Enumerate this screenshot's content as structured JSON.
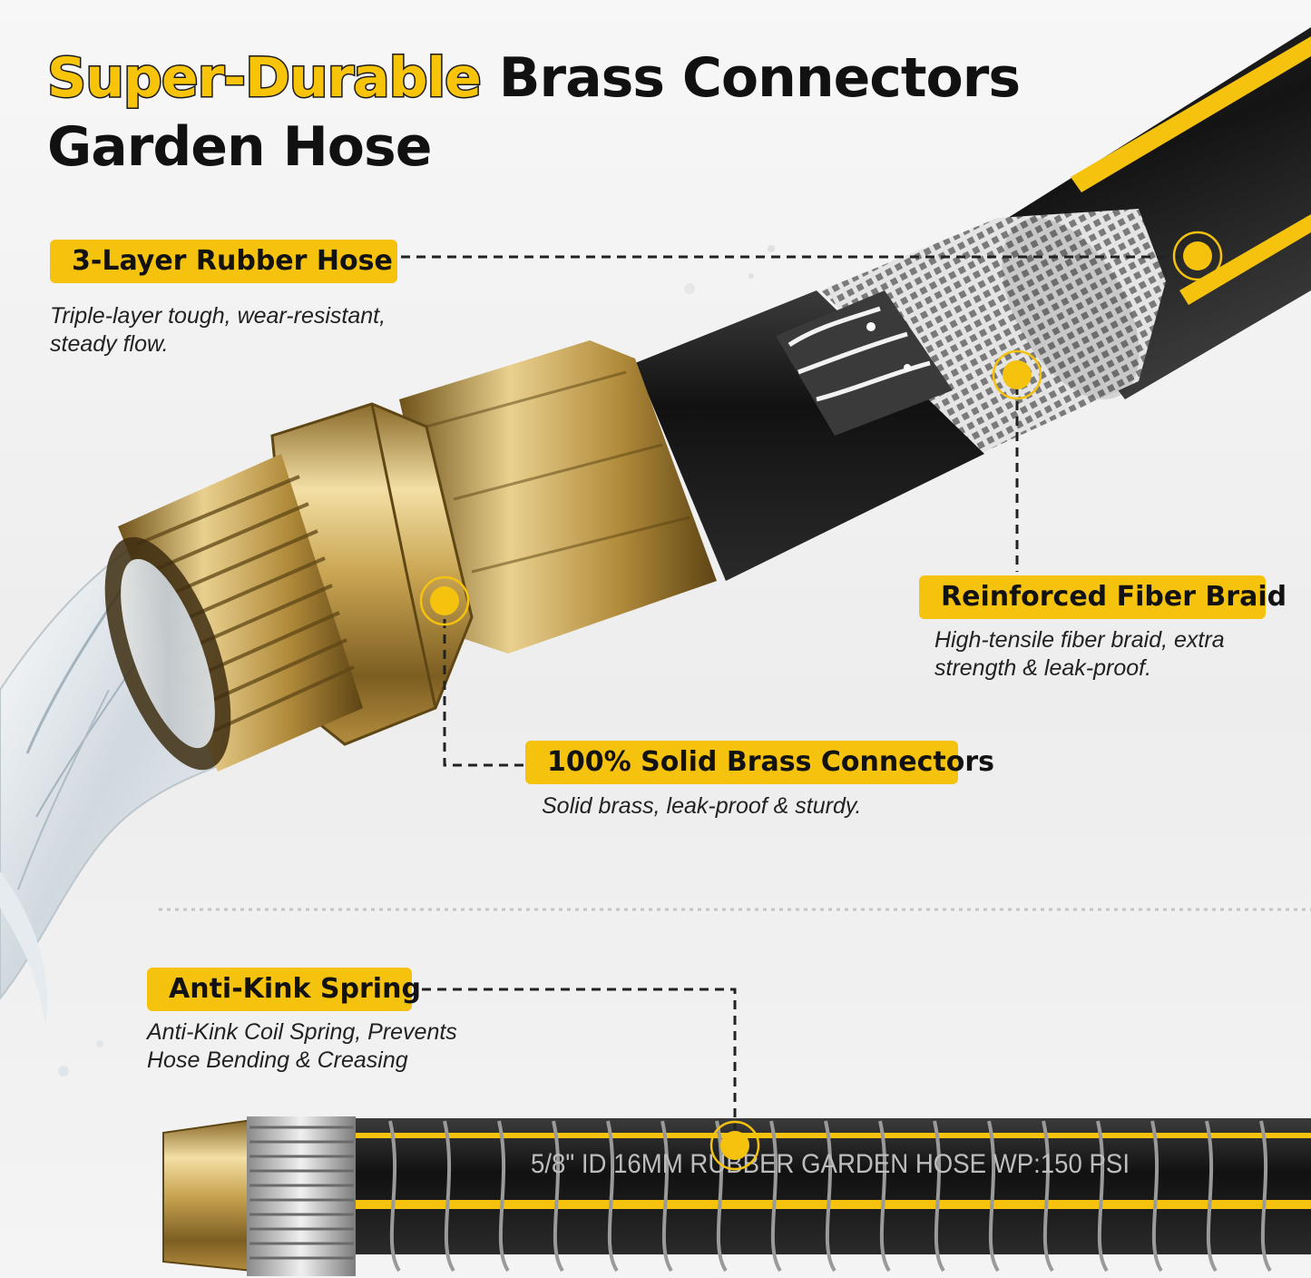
{
  "title": {
    "highlight": "Super-Durable",
    "line1_rest": " Brass Connectors",
    "line2": "Garden Hose"
  },
  "features": {
    "rubber_hose": {
      "label": "3-Layer Rubber Hose",
      "desc_line1": "Triple-layer tough, wear-resistant,",
      "desc_line2": "steady flow."
    },
    "fiber_braid": {
      "label": "Reinforced Fiber Braid",
      "desc_line1": "High-tensile fiber braid, extra",
      "desc_line2": "strength & leak-proof."
    },
    "brass_connectors": {
      "label": "100% Solid Brass Connectors",
      "desc_line1": "Solid brass, leak-proof & sturdy."
    },
    "anti_kink": {
      "label": "Anti-Kink Spring",
      "desc_line1": "Anti-Kink Coil Spring, Prevents",
      "desc_line2": "Hose Bending & Creasing"
    }
  },
  "hose_print": "5/8\" ID 16MM RUBBER GARDEN HOSE WP:150 PSI",
  "colors": {
    "accent_yellow": "#f5c20e",
    "brass": "#c9a552",
    "hose_black": "#1c1c1c",
    "text": "#111111"
  }
}
